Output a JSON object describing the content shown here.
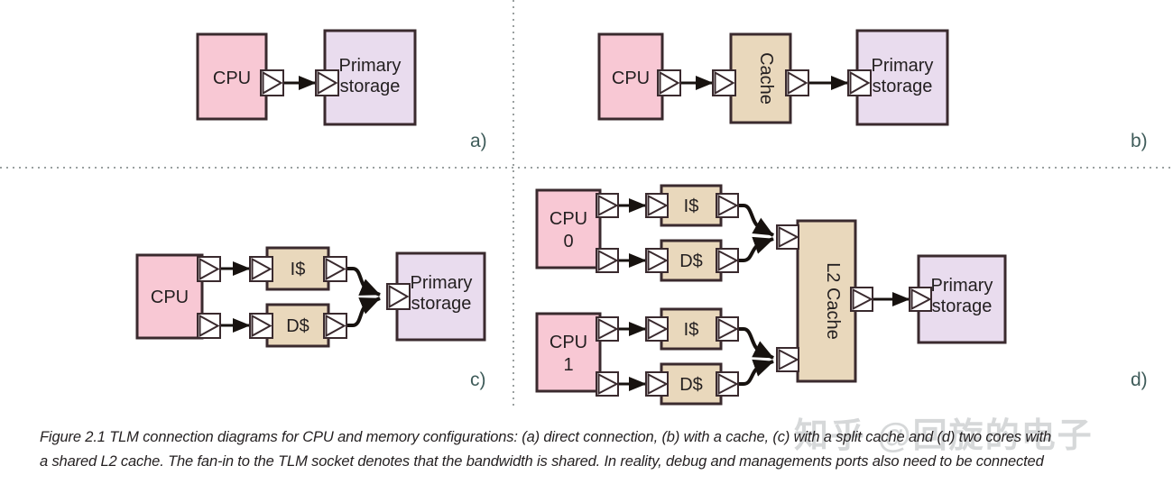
{
  "figure": {
    "caption_line1": "Figure 2.1 TLM connection diagrams for CPU and memory configurations: (a) direct connection, (b) with a cache, (c) with a split cache and (d) two cores with",
    "caption_line2": "a shared L2 cache.  The fan-in to the TLM socket denotes that the bandwidth is shared. In reality, debug and managements ports also need to be connected",
    "watermark": "知乎 @回旋的电子"
  },
  "colors": {
    "cpu_fill": "#f8c8d4",
    "storage_fill": "#e9dcee",
    "cache_fill": "#e9d8bc",
    "box_stroke": "#3a2a2e",
    "wire": "#17120f",
    "panel_label": "#3f5c5a",
    "divider": "#9aa0a0",
    "socket_fill": "#ffffff"
  },
  "panels": [
    {
      "id": "a",
      "label": "a)",
      "nodes": [
        {
          "name": "cpu",
          "label": "CPU",
          "type": "cpu",
          "orientation": "horizontal"
        },
        {
          "name": "primary-storage",
          "label": "Primary\nstorage",
          "label_line1": "Primary",
          "label_line2": "storage",
          "type": "storage",
          "orientation": "horizontal"
        }
      ],
      "connections": [
        {
          "from": "cpu",
          "to": "primary-storage",
          "kind": "direct"
        }
      ]
    },
    {
      "id": "b",
      "label": "b)",
      "nodes": [
        {
          "name": "cpu",
          "label": "CPU",
          "type": "cpu",
          "orientation": "horizontal"
        },
        {
          "name": "cache",
          "label": "Cache",
          "type": "cache",
          "orientation": "vertical"
        },
        {
          "name": "primary-storage",
          "label_line1": "Primary",
          "label_line2": "storage",
          "type": "storage",
          "orientation": "horizontal"
        }
      ],
      "connections": [
        {
          "from": "cpu",
          "to": "cache",
          "kind": "direct"
        },
        {
          "from": "cache",
          "to": "primary-storage",
          "kind": "direct"
        }
      ]
    },
    {
      "id": "c",
      "label": "c)",
      "nodes": [
        {
          "name": "cpu",
          "label": "CPU",
          "type": "cpu",
          "orientation": "horizontal"
        },
        {
          "name": "icache",
          "label": "I$",
          "type": "cache",
          "orientation": "horizontal"
        },
        {
          "name": "dcache",
          "label": "D$",
          "type": "cache",
          "orientation": "horizontal"
        },
        {
          "name": "primary-storage",
          "label_line1": "Primary",
          "label_line2": "storage",
          "type": "storage",
          "orientation": "horizontal"
        }
      ],
      "connections": [
        {
          "from": "cpu",
          "to": "icache",
          "kind": "direct"
        },
        {
          "from": "cpu",
          "to": "dcache",
          "kind": "direct"
        },
        {
          "from": "icache",
          "to": "primary-storage",
          "kind": "fan-in"
        },
        {
          "from": "dcache",
          "to": "primary-storage",
          "kind": "fan-in"
        }
      ]
    },
    {
      "id": "d",
      "label": "d)",
      "nodes": [
        {
          "name": "cpu0",
          "label_line1": "CPU",
          "label_line2": "0",
          "type": "cpu",
          "orientation": "horizontal"
        },
        {
          "name": "cpu0-icache",
          "label": "I$",
          "type": "cache",
          "orientation": "horizontal"
        },
        {
          "name": "cpu0-dcache",
          "label": "D$",
          "type": "cache",
          "orientation": "horizontal"
        },
        {
          "name": "cpu1",
          "label_line1": "CPU",
          "label_line2": "1",
          "type": "cpu",
          "orientation": "horizontal"
        },
        {
          "name": "cpu1-icache",
          "label": "I$",
          "type": "cache",
          "orientation": "horizontal"
        },
        {
          "name": "cpu1-dcache",
          "label": "D$",
          "type": "cache",
          "orientation": "horizontal"
        },
        {
          "name": "l2-cache",
          "label": "L2 Cache",
          "type": "cache",
          "orientation": "vertical"
        },
        {
          "name": "primary-storage",
          "label_line1": "Primary",
          "label_line2": "storage",
          "type": "storage",
          "orientation": "horizontal"
        }
      ],
      "connections": [
        {
          "from": "cpu0",
          "to": "cpu0-icache",
          "kind": "direct"
        },
        {
          "from": "cpu0",
          "to": "cpu0-dcache",
          "kind": "direct"
        },
        {
          "from": "cpu0-icache",
          "to": "l2-cache",
          "kind": "fan-in"
        },
        {
          "from": "cpu0-dcache",
          "to": "l2-cache",
          "kind": "fan-in"
        },
        {
          "from": "cpu1",
          "to": "cpu1-icache",
          "kind": "direct"
        },
        {
          "from": "cpu1",
          "to": "cpu1-dcache",
          "kind": "direct"
        },
        {
          "from": "cpu1-icache",
          "to": "l2-cache",
          "kind": "fan-in"
        },
        {
          "from": "cpu1-dcache",
          "to": "l2-cache",
          "kind": "fan-in"
        },
        {
          "from": "l2-cache",
          "to": "primary-storage",
          "kind": "direct"
        }
      ]
    }
  ]
}
